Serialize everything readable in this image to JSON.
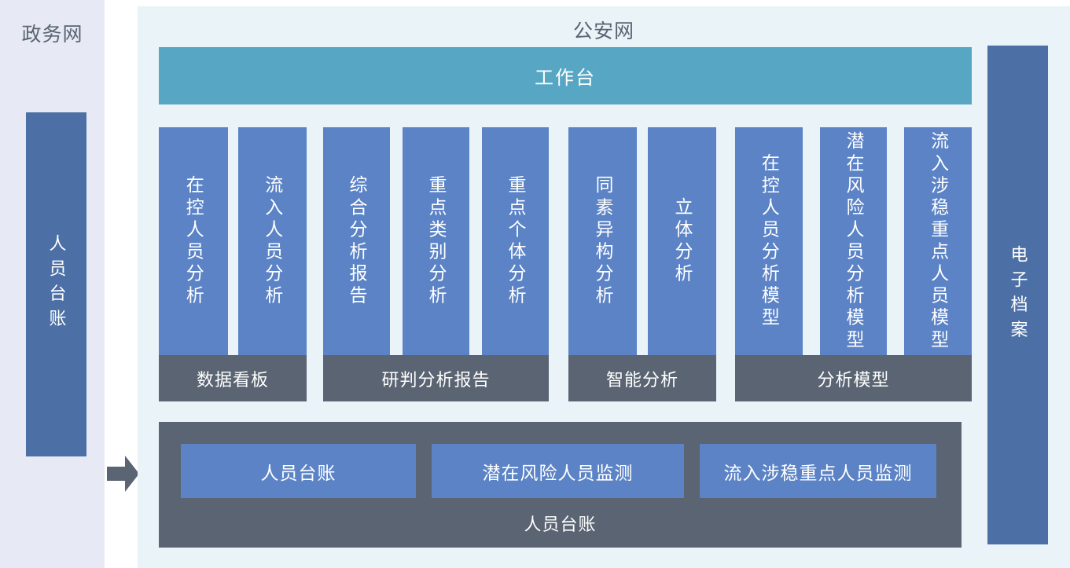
{
  "colors": {
    "gov_panel_bg": "#E7EAF4",
    "police_panel_bg": "#E9F3F8",
    "side_bar_blue": "#4C70A6",
    "module_blue": "#5B83C6",
    "workbench_teal": "#57A7C4",
    "dark_slate": "#5A6472",
    "title_text": "#5A6472",
    "label_text": "#FFFFFF"
  },
  "gov_network": {
    "title": "政务网",
    "ledger_bar": "人员台账"
  },
  "police_network": {
    "title": "公安网",
    "workbench": "工作台",
    "groups": [
      {
        "footer": "数据看板",
        "columns": [
          "在控人员分析",
          "流入人员分析"
        ]
      },
      {
        "footer": "研判分析报告",
        "columns": [
          "综合分析报告",
          "重点类别分析",
          "重点个体分析"
        ]
      },
      {
        "footer": "智能分析",
        "columns": [
          "同素异构分析",
          "立体分析"
        ]
      },
      {
        "footer": "分析模型",
        "columns": [
          "在控人员分析模型",
          "潜在风险人员分析模型",
          "流入涉稳重点人员模型"
        ]
      }
    ],
    "ledger_panel": {
      "footer": "人员台账",
      "buttons": [
        "人员台账",
        "潜在风险人员监测",
        "流入涉稳重点人员监测"
      ]
    },
    "archive_bar": "电子档案"
  }
}
